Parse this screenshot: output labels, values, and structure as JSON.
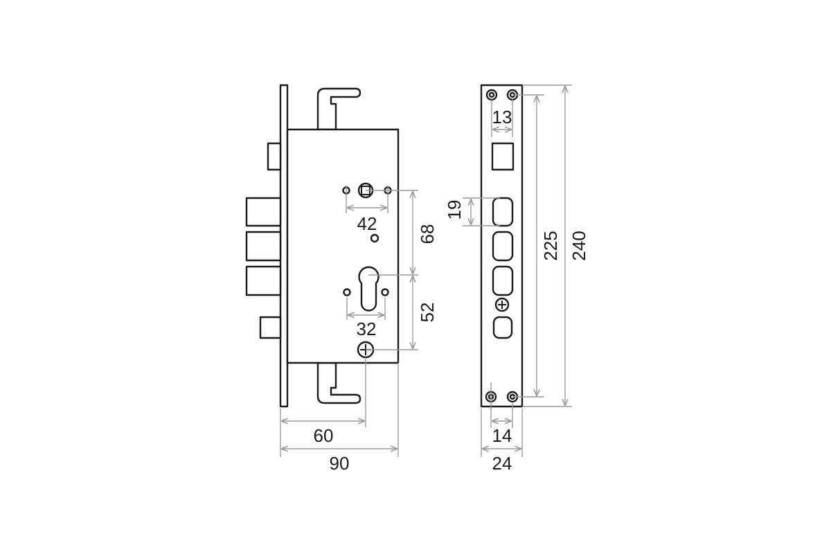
{
  "diagram": {
    "dimensions": {
      "spindle_spacing": "42",
      "spindle_to_cylinder": "68",
      "cylinder_to_screw": "52",
      "cylinder_hole_spacing": "32",
      "backset": "60",
      "case_depth": "90",
      "strike_screw_spacing_top": "13",
      "latch_height": "19",
      "screw_span": "225",
      "faceplate_length": "240",
      "strike_screw_spacing_bottom": "14",
      "faceplate_width": "24"
    },
    "colors": {
      "outline": "#1a1a1a",
      "dimension_line": "#9a9a9a",
      "background": "#ffffff"
    }
  }
}
